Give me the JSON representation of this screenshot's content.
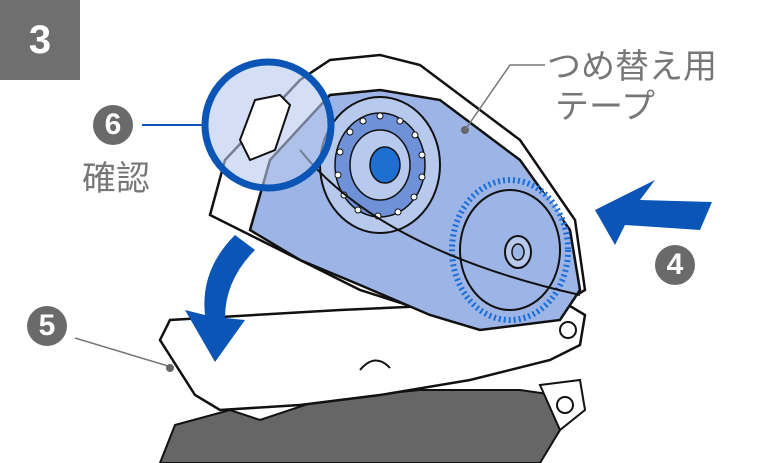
{
  "step_number": "3",
  "callouts": {
    "six": {
      "number": "6",
      "label": "確認"
    },
    "four": {
      "number": "4"
    },
    "five": {
      "number": "5"
    },
    "refill": {
      "line1": "つめ替え用",
      "line2": "テープ"
    }
  },
  "colors": {
    "accent": "#0a55b5",
    "cartridge": "#9db5e6",
    "step_bg": "#6f6f6f",
    "label": "#777777"
  }
}
